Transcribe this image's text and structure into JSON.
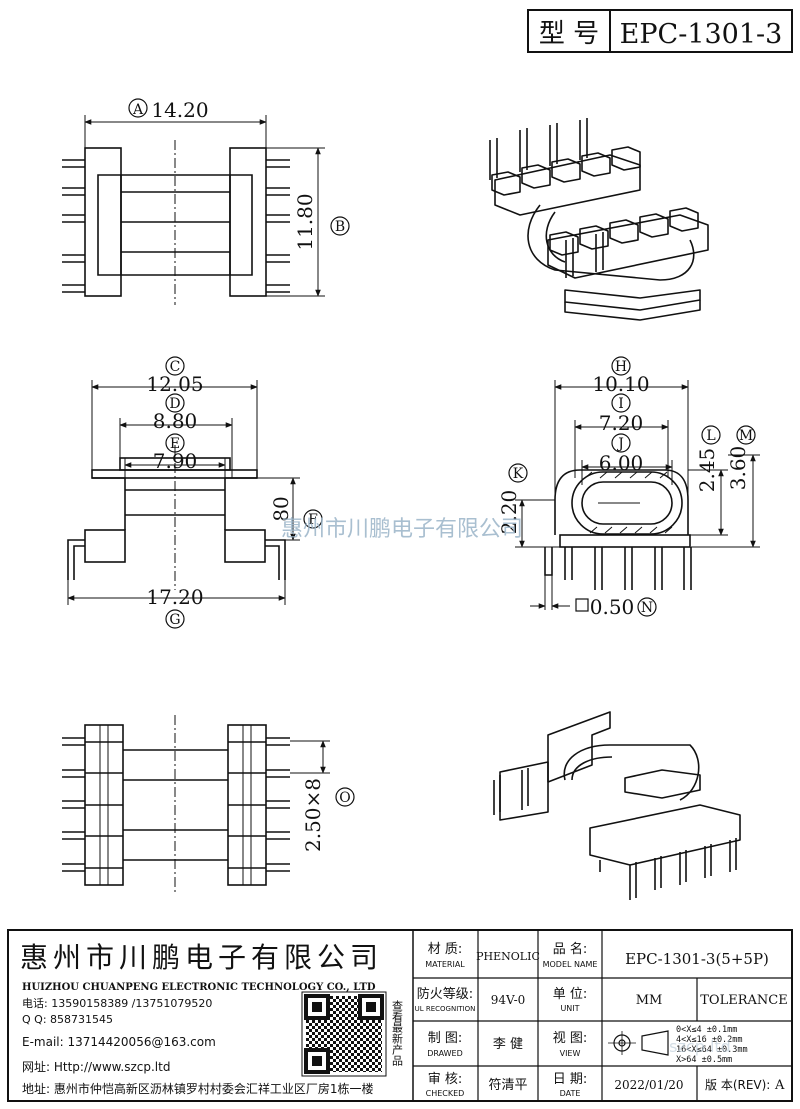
{
  "header": {
    "model_label": "型 号",
    "model_value": "EPC-1301-3"
  },
  "dimensions": {
    "A": {
      "label": "A",
      "value": "14.20"
    },
    "B": {
      "label": "B",
      "value": "11.80"
    },
    "C": {
      "label": "C",
      "value": "12.05"
    },
    "D": {
      "label": "D",
      "value": "8.80"
    },
    "E": {
      "label": "E",
      "value": "7.90"
    },
    "F": {
      "label": "F",
      "value": "80"
    },
    "G": {
      "label": "G",
      "value": "17.20"
    },
    "H": {
      "label": "H",
      "value": "10.10"
    },
    "I": {
      "label": "I",
      "value": "7.20"
    },
    "J": {
      "label": "J",
      "value": "6.00"
    },
    "K": {
      "label": "K",
      "value": "2.20"
    },
    "L": {
      "label": "L",
      "value": "2.45"
    },
    "M": {
      "label": "M",
      "value": "3.60"
    },
    "N": {
      "label": "N",
      "value": "0.50"
    },
    "O": {
      "label": "O",
      "value": "2.50×8"
    }
  },
  "watermark": "惠州市川鹏电子有限公司",
  "company": {
    "name_cn": "惠州市川鹏电子有限公司",
    "name_en": "HUIZHOU CHUANPENG ELECTRONIC TECHNOLOGY CO., LTD",
    "phone": "电话: 13590158389 /13751079520",
    "qq": "Q Q:  858731545",
    "email": "E-mail: 13714420056@163.com",
    "website": "网址: Http://www.szcp.ltd",
    "address": "地址: 惠州市仲恺高新区沥林镇罗村村委会汇祥工业区厂房1栋一楼",
    "qr_note": "查看最新产品"
  },
  "titleblock": {
    "material_label": "材 质:",
    "material_sub": "MATERIAL",
    "material_value": "PHENOLIC",
    "product_label": "品 名:",
    "product_sub": "MODEL NAME",
    "product_value": "EPC-1301-3(5+5P)",
    "ul_label": "防火等级:",
    "ul_sub": "UL RECOGNITION",
    "ul_value": "94V-0",
    "unit_label": "单 位:",
    "unit_sub": "UNIT",
    "unit_value": "MM",
    "tolerance_label": "TOLERANCE",
    "drawn_label": "制 图:",
    "drawn_sub": "DRAWED",
    "drawn_value": "李 健",
    "view_label": "视 图:",
    "view_sub": "VIEW",
    "tolerance_rows": [
      "0<X≤4    ±0.1mm",
      "4<X≤16   ±0.2mm",
      "16<X≤64  ±0.3mm",
      "X>64     ±0.5mm"
    ],
    "checked_label": "审 核:",
    "checked_sub": "CHECKED",
    "checked_value": "符清平",
    "date_label": "日 期:",
    "date_sub": "DATE",
    "date_value": "2022/01/20",
    "rev_label": "版 本(REV):",
    "rev_value": "A"
  },
  "footer_watermark": "szcp.ltd"
}
